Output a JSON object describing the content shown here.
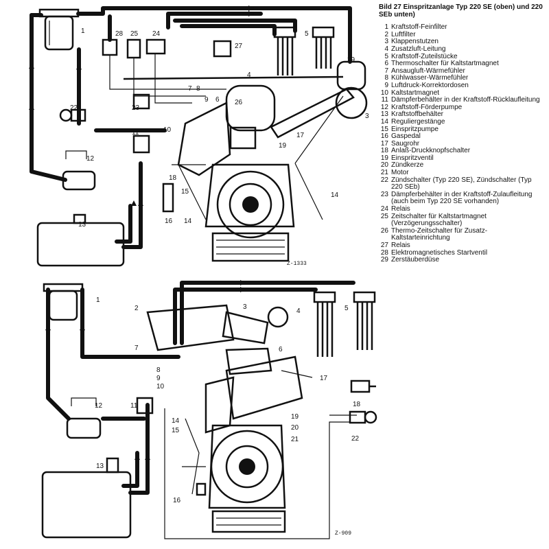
{
  "legend": {
    "title": "Bild 27   Einspritzanlage Typ 220 SE (oben) und 220 SEb unten)",
    "items": [
      {
        "num": "1",
        "text": "Kraftstoff-Feinfilter"
      },
      {
        "num": "2",
        "text": "Luftfilter"
      },
      {
        "num": "3",
        "text": "Klappenstutzen"
      },
      {
        "num": "4",
        "text": "Zusatzluft-Leitung"
      },
      {
        "num": "5",
        "text": "Kraftstoff-Zuteilstücke"
      },
      {
        "num": "6",
        "text": "Thermoschalter für Kaltstartmagnet"
      },
      {
        "num": "7",
        "text": "Ansaugluft-Wärmefühler"
      },
      {
        "num": "8",
        "text": "Kühlwasser-Wärmefühler"
      },
      {
        "num": "9",
        "text": "Luftdruck-Korrektordosen"
      },
      {
        "num": "10",
        "text": "Kaltstartmagnet"
      },
      {
        "num": "11",
        "text": "Dämpferbehälter in der Kraftstoff-Rücklaufleitung"
      },
      {
        "num": "12",
        "text": "Kraftstoff-Förderpumpe"
      },
      {
        "num": "13",
        "text": "Kraftstoffbehälter"
      },
      {
        "num": "14",
        "text": "Reguliergestänge"
      },
      {
        "num": "15",
        "text": "Einspritzpumpe"
      },
      {
        "num": "16",
        "text": "Gaspedal"
      },
      {
        "num": "17",
        "text": "Saugrohr"
      },
      {
        "num": "18",
        "text": "Anlaß-Druckknopfschalter"
      },
      {
        "num": "19",
        "text": "Einspritzventil"
      },
      {
        "num": "20",
        "text": "Zündkerze"
      },
      {
        "num": "21",
        "text": "Motor"
      },
      {
        "num": "22",
        "text": "Zündschalter (Typ 220 SE), Zündschalter (Typ 220 SEb)"
      },
      {
        "num": "23",
        "text": "Dämpferbehälter in der Kraftstoff-Zulaufleitung (auch beim Typ 220 SE vorhanden)"
      },
      {
        "num": "24",
        "text": "Relais"
      },
      {
        "num": "25",
        "text": "Zeitschalter für Kaltstartmagnet (Verzögerungsschalter)"
      },
      {
        "num": "26",
        "text": "Thermo-Zeitschalter für Zusatz-Kaltstarteinrichtung"
      },
      {
        "num": "27",
        "text": "Relais"
      },
      {
        "num": "28",
        "text": "Elektromagnetisches Startventil"
      },
      {
        "num": "29",
        "text": "Zerstäuberdüse"
      }
    ]
  },
  "top_diagram": {
    "code": "Z-1333",
    "callouts": [
      "1",
      "28",
      "25",
      "24",
      "5",
      "27",
      "29",
      "4",
      "7",
      "8",
      "9",
      "6",
      "26",
      "3",
      "22",
      "23",
      "10",
      "11",
      "17",
      "19",
      "12",
      "18",
      "16",
      "15",
      "14",
      "14",
      "13"
    ]
  },
  "bottom_diagram": {
    "code": "Z-909",
    "callouts": [
      "1",
      "2",
      "3",
      "4",
      "5",
      "7",
      "6",
      "8",
      "9",
      "10",
      "17",
      "18",
      "11",
      "12",
      "14",
      "15",
      "19",
      "20",
      "21",
      "22",
      "13",
      "16"
    ]
  }
}
